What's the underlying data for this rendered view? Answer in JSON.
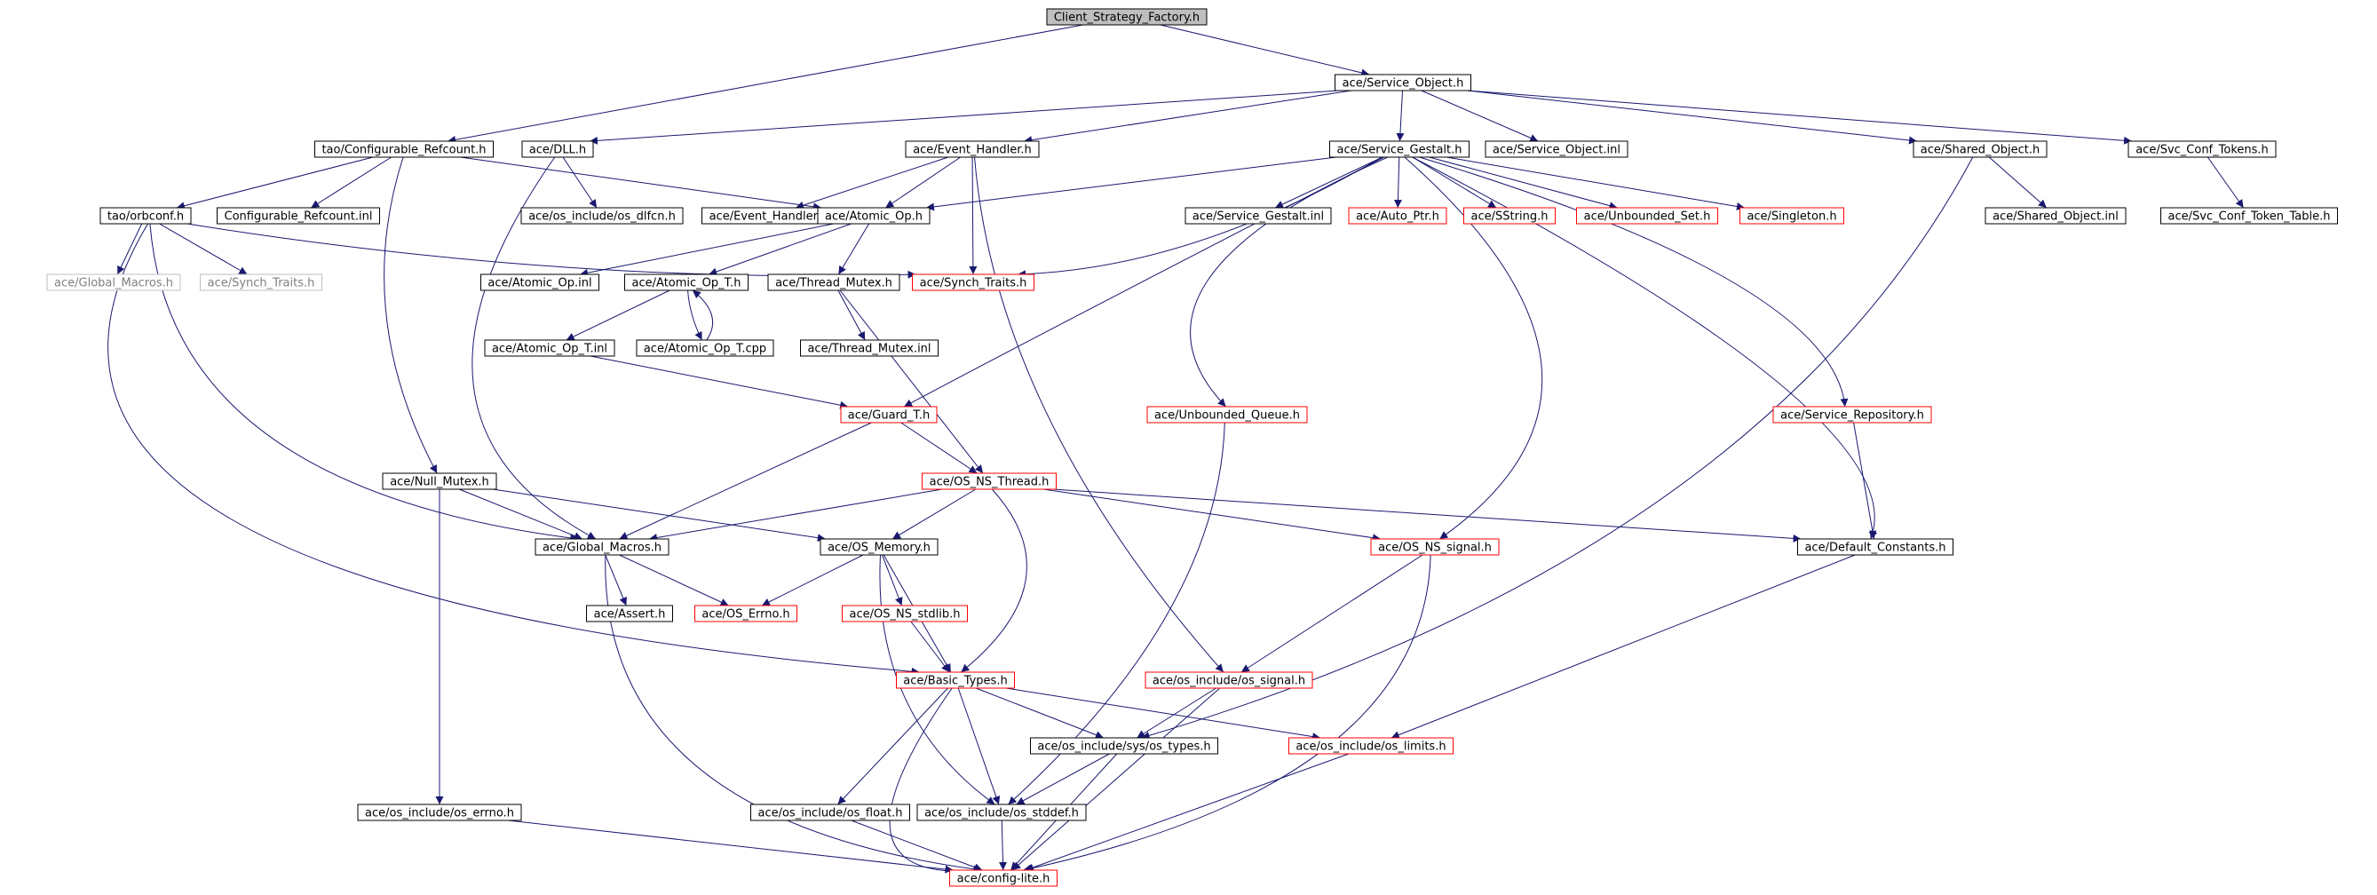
{
  "colors": {
    "edge": "#191970",
    "node_border": "#000000",
    "missing_border": "#ff0000",
    "external_border": "#bfbfbf",
    "external_text": "#7f7f7f",
    "root_fill": "#bfbfbf",
    "node_fill": "#ffffff",
    "text": "#000000"
  },
  "nodes": [
    {
      "id": "client_strategy_factory",
      "label": "Client_Strategy_Factory.h",
      "kind": "root"
    },
    {
      "id": "service_object",
      "label": "ace/Service_Object.h",
      "kind": "normal"
    },
    {
      "id": "configurable_refcount",
      "label": "tao/Configurable_Refcount.h",
      "kind": "normal"
    },
    {
      "id": "dll",
      "label": "ace/DLL.h",
      "kind": "normal"
    },
    {
      "id": "event_handler",
      "label": "ace/Event_Handler.h",
      "kind": "normal"
    },
    {
      "id": "service_gestalt",
      "label": "ace/Service_Gestalt.h",
      "kind": "normal"
    },
    {
      "id": "service_object_inl",
      "label": "ace/Service_Object.inl",
      "kind": "normal"
    },
    {
      "id": "shared_object",
      "label": "ace/Shared_Object.h",
      "kind": "normal"
    },
    {
      "id": "svc_conf_tokens",
      "label": "ace/Svc_Conf_Tokens.h",
      "kind": "normal"
    },
    {
      "id": "orbconf",
      "label": "tao/orbconf.h",
      "kind": "normal"
    },
    {
      "id": "configurable_refcount_inl",
      "label": "Configurable_Refcount.inl",
      "kind": "normal"
    },
    {
      "id": "os_dlfcn",
      "label": "ace/os_include/os_dlfcn.h",
      "kind": "normal"
    },
    {
      "id": "event_handler_inl",
      "label": "ace/Event_Handler.inl",
      "kind": "normal"
    },
    {
      "id": "atomic_op",
      "label": "ace/Atomic_Op.h",
      "kind": "normal"
    },
    {
      "id": "service_gestalt_inl",
      "label": "ace/Service_Gestalt.inl",
      "kind": "normal"
    },
    {
      "id": "auto_ptr",
      "label": "ace/Auto_Ptr.h",
      "kind": "missing"
    },
    {
      "id": "sstring",
      "label": "ace/SString.h",
      "kind": "missing"
    },
    {
      "id": "unbounded_set",
      "label": "ace/Unbounded_Set.h",
      "kind": "missing"
    },
    {
      "id": "singleton",
      "label": "ace/Singleton.h",
      "kind": "missing"
    },
    {
      "id": "shared_object_inl",
      "label": "ace/Shared_Object.inl",
      "kind": "normal"
    },
    {
      "id": "svc_conf_token_table",
      "label": "ace/Svc_Conf_Token_Table.h",
      "kind": "normal"
    },
    {
      "id": "tao_global_macros",
      "label": "ace/Global_Macros.h",
      "kind": "external"
    },
    {
      "id": "tao_synch_traits",
      "label": "ace/Synch_Traits.h",
      "kind": "external"
    },
    {
      "id": "atomic_op_inl",
      "label": "ace/Atomic_Op.inl",
      "kind": "normal"
    },
    {
      "id": "atomic_op_t",
      "label": "ace/Atomic_Op_T.h",
      "kind": "normal"
    },
    {
      "id": "thread_mutex",
      "label": "ace/Thread_Mutex.h",
      "kind": "normal"
    },
    {
      "id": "synch_traits",
      "label": "ace/Synch_Traits.h",
      "kind": "missing"
    },
    {
      "id": "atomic_op_t_inl",
      "label": "ace/Atomic_Op_T.inl",
      "kind": "normal"
    },
    {
      "id": "atomic_op_t_cpp",
      "label": "ace/Atomic_Op_T.cpp",
      "kind": "normal"
    },
    {
      "id": "thread_mutex_inl",
      "label": "ace/Thread_Mutex.inl",
      "kind": "normal"
    },
    {
      "id": "guard_t",
      "label": "ace/Guard_T.h",
      "kind": "missing"
    },
    {
      "id": "unbounded_queue",
      "label": "ace/Unbounded_Queue.h",
      "kind": "missing"
    },
    {
      "id": "service_repository",
      "label": "ace/Service_Repository.h",
      "kind": "missing"
    },
    {
      "id": "null_mutex",
      "label": "ace/Null_Mutex.h",
      "kind": "normal"
    },
    {
      "id": "os_ns_thread",
      "label": "ace/OS_NS_Thread.h",
      "kind": "missing"
    },
    {
      "id": "global_macros",
      "label": "ace/Global_Macros.h",
      "kind": "normal"
    },
    {
      "id": "os_memory",
      "label": "ace/OS_Memory.h",
      "kind": "normal"
    },
    {
      "id": "os_ns_signal",
      "label": "ace/OS_NS_signal.h",
      "kind": "missing"
    },
    {
      "id": "default_constants",
      "label": "ace/Default_Constants.h",
      "kind": "normal"
    },
    {
      "id": "assert_h",
      "label": "ace/Assert.h",
      "kind": "normal"
    },
    {
      "id": "os_errno",
      "label": "ace/OS_Errno.h",
      "kind": "missing"
    },
    {
      "id": "os_ns_stdlib",
      "label": "ace/OS_NS_stdlib.h",
      "kind": "missing"
    },
    {
      "id": "basic_types",
      "label": "ace/Basic_Types.h",
      "kind": "missing"
    },
    {
      "id": "os_signal",
      "label": "ace/os_include/os_signal.h",
      "kind": "missing"
    },
    {
      "id": "os_types",
      "label": "ace/os_include/sys/os_types.h",
      "kind": "normal"
    },
    {
      "id": "os_limits",
      "label": "ace/os_include/os_limits.h",
      "kind": "missing"
    },
    {
      "id": "os_errno_h",
      "label": "ace/os_include/os_errno.h",
      "kind": "normal"
    },
    {
      "id": "os_float",
      "label": "ace/os_include/os_float.h",
      "kind": "normal"
    },
    {
      "id": "os_stddef",
      "label": "ace/os_include/os_stddef.h",
      "kind": "normal"
    },
    {
      "id": "config_lite",
      "label": "ace/config-lite.h",
      "kind": "missing"
    }
  ],
  "edges": [
    [
      "client_strategy_factory",
      "service_object"
    ],
    [
      "client_strategy_factory",
      "configurable_refcount"
    ],
    [
      "service_object",
      "dll"
    ],
    [
      "service_object",
      "event_handler"
    ],
    [
      "service_object",
      "service_gestalt"
    ],
    [
      "service_object",
      "service_object_inl"
    ],
    [
      "service_object",
      "shared_object"
    ],
    [
      "service_object",
      "svc_conf_tokens"
    ],
    [
      "configurable_refcount",
      "orbconf"
    ],
    [
      "configurable_refcount",
      "configurable_refcount_inl"
    ],
    [
      "configurable_refcount",
      "atomic_op"
    ],
    [
      "configurable_refcount",
      "null_mutex"
    ],
    [
      "dll",
      "os_dlfcn"
    ],
    [
      "dll",
      "global_macros"
    ],
    [
      "event_handler",
      "event_handler_inl"
    ],
    [
      "event_handler",
      "atomic_op"
    ],
    [
      "event_handler",
      "synch_traits"
    ],
    [
      "event_handler",
      "os_signal"
    ],
    [
      "service_gestalt",
      "atomic_op"
    ],
    [
      "service_gestalt",
      "service_gestalt_inl"
    ],
    [
      "service_gestalt",
      "auto_ptr"
    ],
    [
      "service_gestalt",
      "sstring"
    ],
    [
      "service_gestalt",
      "unbounded_set"
    ],
    [
      "service_gestalt",
      "singleton"
    ],
    [
      "service_gestalt",
      "synch_traits"
    ],
    [
      "service_gestalt",
      "guard_t"
    ],
    [
      "service_gestalt",
      "unbounded_queue"
    ],
    [
      "service_gestalt",
      "service_repository"
    ],
    [
      "service_gestalt",
      "os_ns_signal"
    ],
    [
      "service_gestalt",
      "default_constants"
    ],
    [
      "shared_object",
      "shared_object_inl"
    ],
    [
      "shared_object",
      "os_types"
    ],
    [
      "svc_conf_tokens",
      "svc_conf_token_table"
    ],
    [
      "orbconf",
      "tao_global_macros"
    ],
    [
      "orbconf",
      "tao_synch_traits"
    ],
    [
      "orbconf",
      "synch_traits"
    ],
    [
      "orbconf",
      "global_macros"
    ],
    [
      "orbconf",
      "basic_types"
    ],
    [
      "atomic_op",
      "atomic_op_inl"
    ],
    [
      "atomic_op",
      "atomic_op_t"
    ],
    [
      "atomic_op",
      "thread_mutex"
    ],
    [
      "atomic_op_t",
      "atomic_op_t_inl"
    ],
    [
      "atomic_op_t",
      "atomic_op_t_cpp"
    ],
    [
      "atomic_op_t_cpp",
      "atomic_op_t"
    ],
    [
      "atomic_op_t_inl",
      "guard_t"
    ],
    [
      "thread_mutex",
      "thread_mutex_inl"
    ],
    [
      "thread_mutex",
      "os_ns_thread"
    ],
    [
      "guard_t",
      "os_ns_thread"
    ],
    [
      "guard_t",
      "global_macros"
    ],
    [
      "unbounded_queue",
      "os_stddef"
    ],
    [
      "service_repository",
      "default_constants"
    ],
    [
      "null_mutex",
      "global_macros"
    ],
    [
      "null_mutex",
      "os_memory"
    ],
    [
      "null_mutex",
      "os_errno_h"
    ],
    [
      "os_ns_thread",
      "global_macros"
    ],
    [
      "os_ns_thread",
      "os_memory"
    ],
    [
      "os_ns_thread",
      "os_ns_signal"
    ],
    [
      "os_ns_thread",
      "default_constants"
    ],
    [
      "os_ns_thread",
      "basic_types"
    ],
    [
      "global_macros",
      "assert_h"
    ],
    [
      "global_macros",
      "os_errno"
    ],
    [
      "global_macros",
      "config_lite"
    ],
    [
      "os_memory",
      "os_errno"
    ],
    [
      "os_memory",
      "os_ns_stdlib"
    ],
    [
      "os_memory",
      "basic_types"
    ],
    [
      "os_memory",
      "os_stddef"
    ],
    [
      "os_ns_stdlib",
      "basic_types"
    ],
    [
      "os_ns_signal",
      "os_signal"
    ],
    [
      "os_ns_signal",
      "config_lite"
    ],
    [
      "default_constants",
      "os_limits"
    ],
    [
      "basic_types",
      "os_types"
    ],
    [
      "basic_types",
      "os_limits"
    ],
    [
      "basic_types",
      "os_float"
    ],
    [
      "basic_types",
      "os_stddef"
    ],
    [
      "basic_types",
      "config_lite"
    ],
    [
      "os_signal",
      "os_types"
    ],
    [
      "os_signal",
      "config_lite"
    ],
    [
      "os_types",
      "os_stddef"
    ],
    [
      "os_types",
      "config_lite"
    ],
    [
      "os_limits",
      "config_lite"
    ],
    [
      "os_errno_h",
      "config_lite"
    ],
    [
      "os_float",
      "config_lite"
    ],
    [
      "os_stddef",
      "config_lite"
    ]
  ]
}
